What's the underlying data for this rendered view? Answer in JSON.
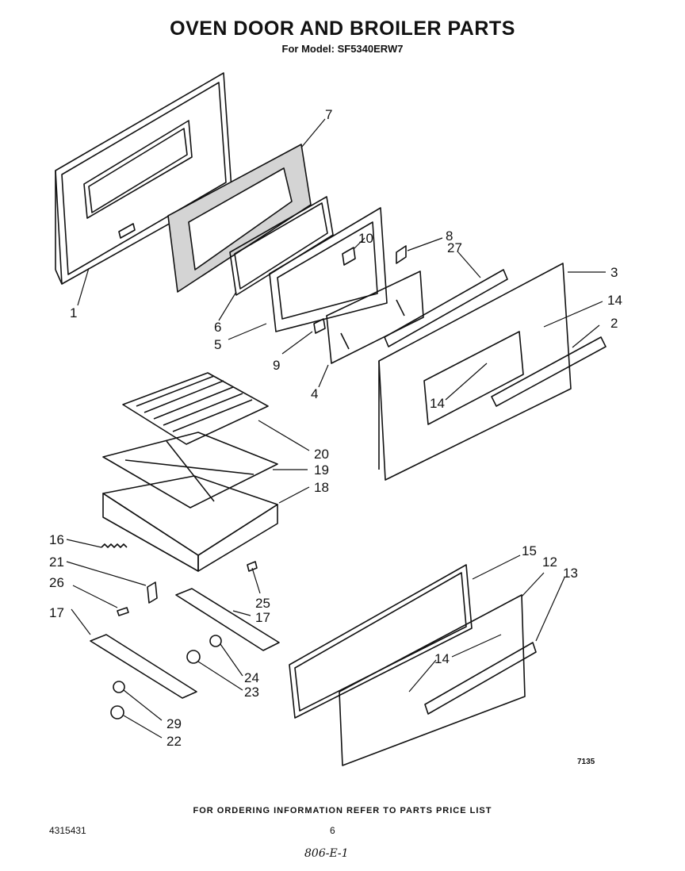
{
  "header": {
    "title": "OVEN DOOR AND BROILER PARTS",
    "subtitle": "For Model: SF5340ERW7"
  },
  "callouts": [
    {
      "id": "c1",
      "label": "1"
    },
    {
      "id": "c7",
      "label": "7"
    },
    {
      "id": "c6",
      "label": "6"
    },
    {
      "id": "c5",
      "label": "5"
    },
    {
      "id": "c10",
      "label": "10"
    },
    {
      "id": "c8",
      "label": "8"
    },
    {
      "id": "c27",
      "label": "27"
    },
    {
      "id": "c3",
      "label": "3"
    },
    {
      "id": "c14a",
      "label": "14"
    },
    {
      "id": "c2",
      "label": "2"
    },
    {
      "id": "c9",
      "label": "9"
    },
    {
      "id": "c4",
      "label": "4"
    },
    {
      "id": "c14b",
      "label": "14"
    },
    {
      "id": "c20",
      "label": "20"
    },
    {
      "id": "c19",
      "label": "19"
    },
    {
      "id": "c18",
      "label": "18"
    },
    {
      "id": "c16",
      "label": "16"
    },
    {
      "id": "c21",
      "label": "21"
    },
    {
      "id": "c26",
      "label": "26"
    },
    {
      "id": "c25",
      "label": "25"
    },
    {
      "id": "c17a",
      "label": "17"
    },
    {
      "id": "c17b",
      "label": "17"
    },
    {
      "id": "c24",
      "label": "24"
    },
    {
      "id": "c23",
      "label": "23"
    },
    {
      "id": "c29",
      "label": "29"
    },
    {
      "id": "c22",
      "label": "22"
    },
    {
      "id": "c15",
      "label": "15"
    },
    {
      "id": "c12",
      "label": "12"
    },
    {
      "id": "c13",
      "label": "13"
    },
    {
      "id": "c14c",
      "label": "14"
    }
  ],
  "footer": {
    "ordering_note": "FOR ORDERING INFORMATION REFER TO PARTS PRICE LIST",
    "doc_number": "4315431",
    "page_number": "6",
    "figure_number": "7135",
    "handwritten": "806-E-1"
  }
}
